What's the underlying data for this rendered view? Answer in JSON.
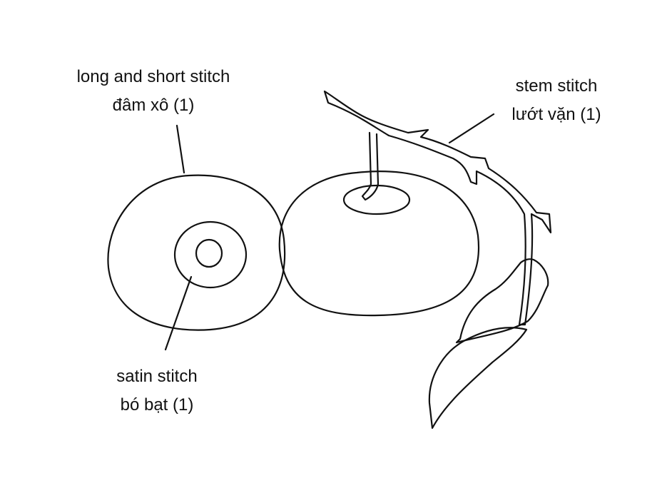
{
  "diagram": {
    "labels": {
      "long_and_short": {
        "en": "long and short stitch",
        "vi": "đâm xô (1)"
      },
      "stem": {
        "en": "stem stitch",
        "vi": "lướt vặn (1)"
      },
      "satin": {
        "en": "satin stitch",
        "vi": "bó bạt (1)"
      }
    },
    "colors": {
      "stroke": "#111111",
      "background": "#ffffff"
    }
  }
}
